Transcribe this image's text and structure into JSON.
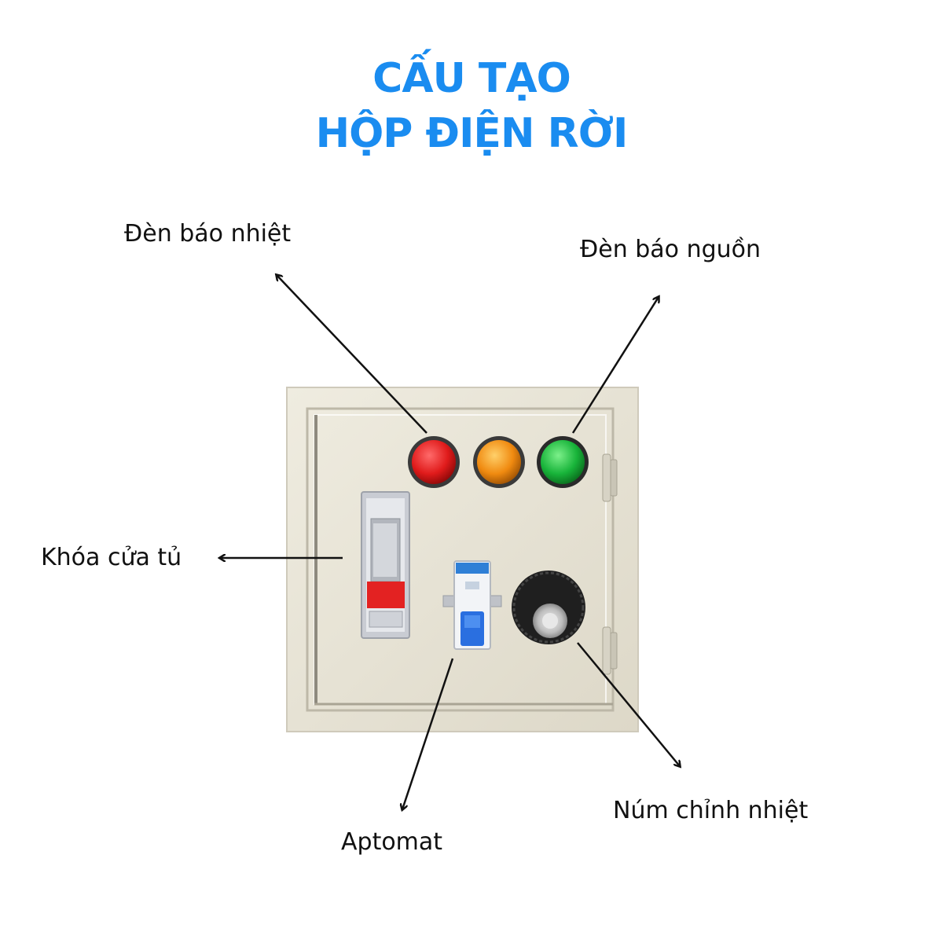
{
  "title": {
    "line1": "CẤU TẠO",
    "line2": "HỘP ĐIỆN RỜI",
    "color": "#1a8cf0"
  },
  "labels": {
    "heat_indicator": "Đèn báo nhiệt",
    "power_indicator": "Đèn báo nguồn",
    "cabinet_lock": "Khóa cửa tủ",
    "circuit_breaker": "Aptomat",
    "temperature_knob": "Núm chỉnh nhiệt"
  },
  "lamps": {
    "red": "#e01b1b",
    "orange": "#f08a10",
    "green": "#18b43a"
  },
  "box_color": "#e8e4d6"
}
